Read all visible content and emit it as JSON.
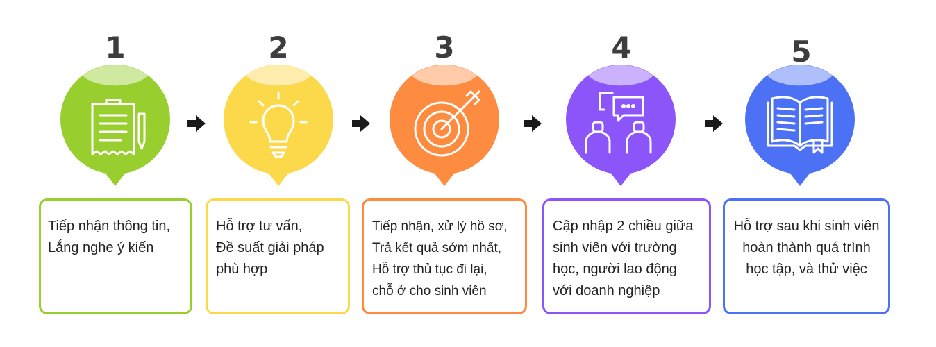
{
  "steps": [
    {
      "number": "1",
      "icon": "clipboard-pen-icon",
      "color": "#98cf2f",
      "text": "Tiếp nhận thông tin,\nLắng nghe ý kiến"
    },
    {
      "number": "2",
      "icon": "lightbulb-icon",
      "color": "#fcd84b",
      "text": "Hỗ trợ tư vấn,\nĐề suất giải pháp\nphù hợp"
    },
    {
      "number": "3",
      "icon": "target-arrow-icon",
      "color": "#fe8c40",
      "text": "Tiếp nhận, xử lý hồ sơ,\nTrả kết quả sớm nhất,\nHỗ trợ thủ tục đi lại,\nchỗ ở cho sinh viên"
    },
    {
      "number": "4",
      "icon": "two-people-chat-icon",
      "color": "#8b55fa",
      "text": "Cập nhập 2 chiều giữa\nsinh viên với trường\nhọc, người lao động\nvới doanh nghiệp"
    },
    {
      "number": "5",
      "icon": "open-book-icon",
      "color": "#4d71f5",
      "text": "Hỗ trợ sau khi sinh viên\nhoàn thành quá trình\nhọc tập, và thử việc"
    }
  ]
}
